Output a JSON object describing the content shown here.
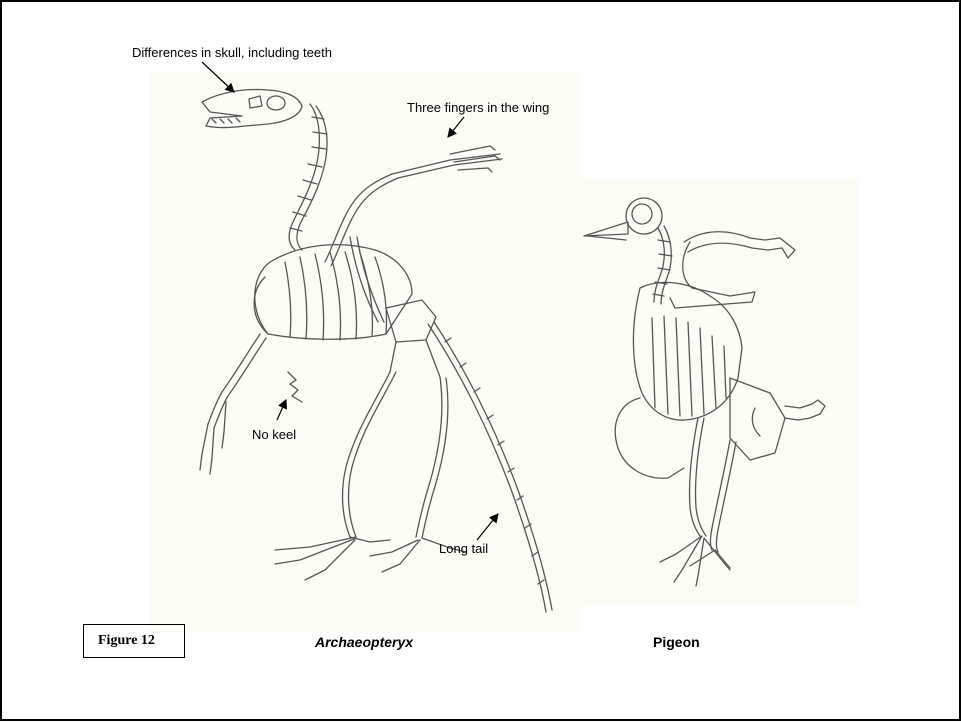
{
  "annotations": {
    "skull": "Differences in skull, including teeth",
    "fingers": "Three fingers in the wing",
    "keel": "No keel",
    "tail": "Long tail"
  },
  "captions": {
    "archaeopteryx": "Archaeopteryx",
    "pigeon": "Pigeon"
  },
  "figure_label": "Figure 12",
  "colors": {
    "panel_background": "#fdfdf6",
    "bone_stroke": "#555555",
    "annotation": "#000000",
    "border": "#000000"
  }
}
